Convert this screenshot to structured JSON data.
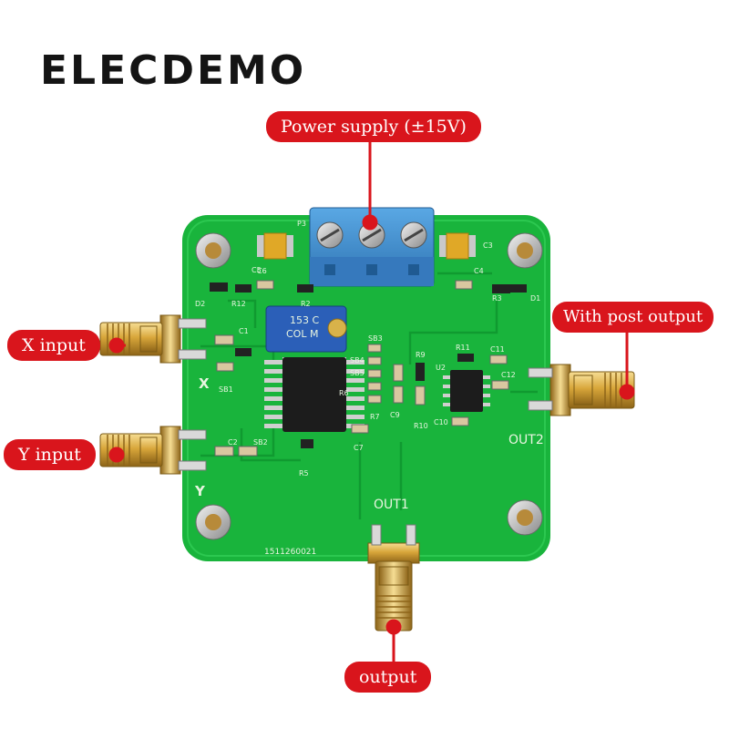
{
  "brand": "ELECDEMO",
  "callouts": {
    "power": "Power supply (±15V)",
    "x_input": "X input",
    "y_input": "Y input",
    "post_output": "With post output",
    "output": "output"
  },
  "board": {
    "label_x": "X",
    "label_y": "Y",
    "label_out1": "OUT1",
    "label_out2": "OUT2",
    "serial": "1511260021",
    "pot_marking": "153 C",
    "pot_marking2": "COL M",
    "silk_refs": [
      "P3",
      "C6",
      "C3",
      "C5",
      "C4",
      "R12",
      "R2",
      "D2",
      "D1",
      "R3",
      "R5",
      "R9",
      "R11",
      "C11",
      "C12",
      "C10",
      "U2",
      "R10",
      "R7",
      "C9",
      "C7",
      "SB1",
      "SB2",
      "SB3",
      "SB4",
      "SB5",
      "R6",
      "C1",
      "C2"
    ]
  },
  "colors": {
    "pcb": "#19b43c",
    "pcb_dark": "#0f8f2c",
    "callout": "#d9151c",
    "gold": "#d8a63a",
    "terminal": "#3f8fd0"
  }
}
